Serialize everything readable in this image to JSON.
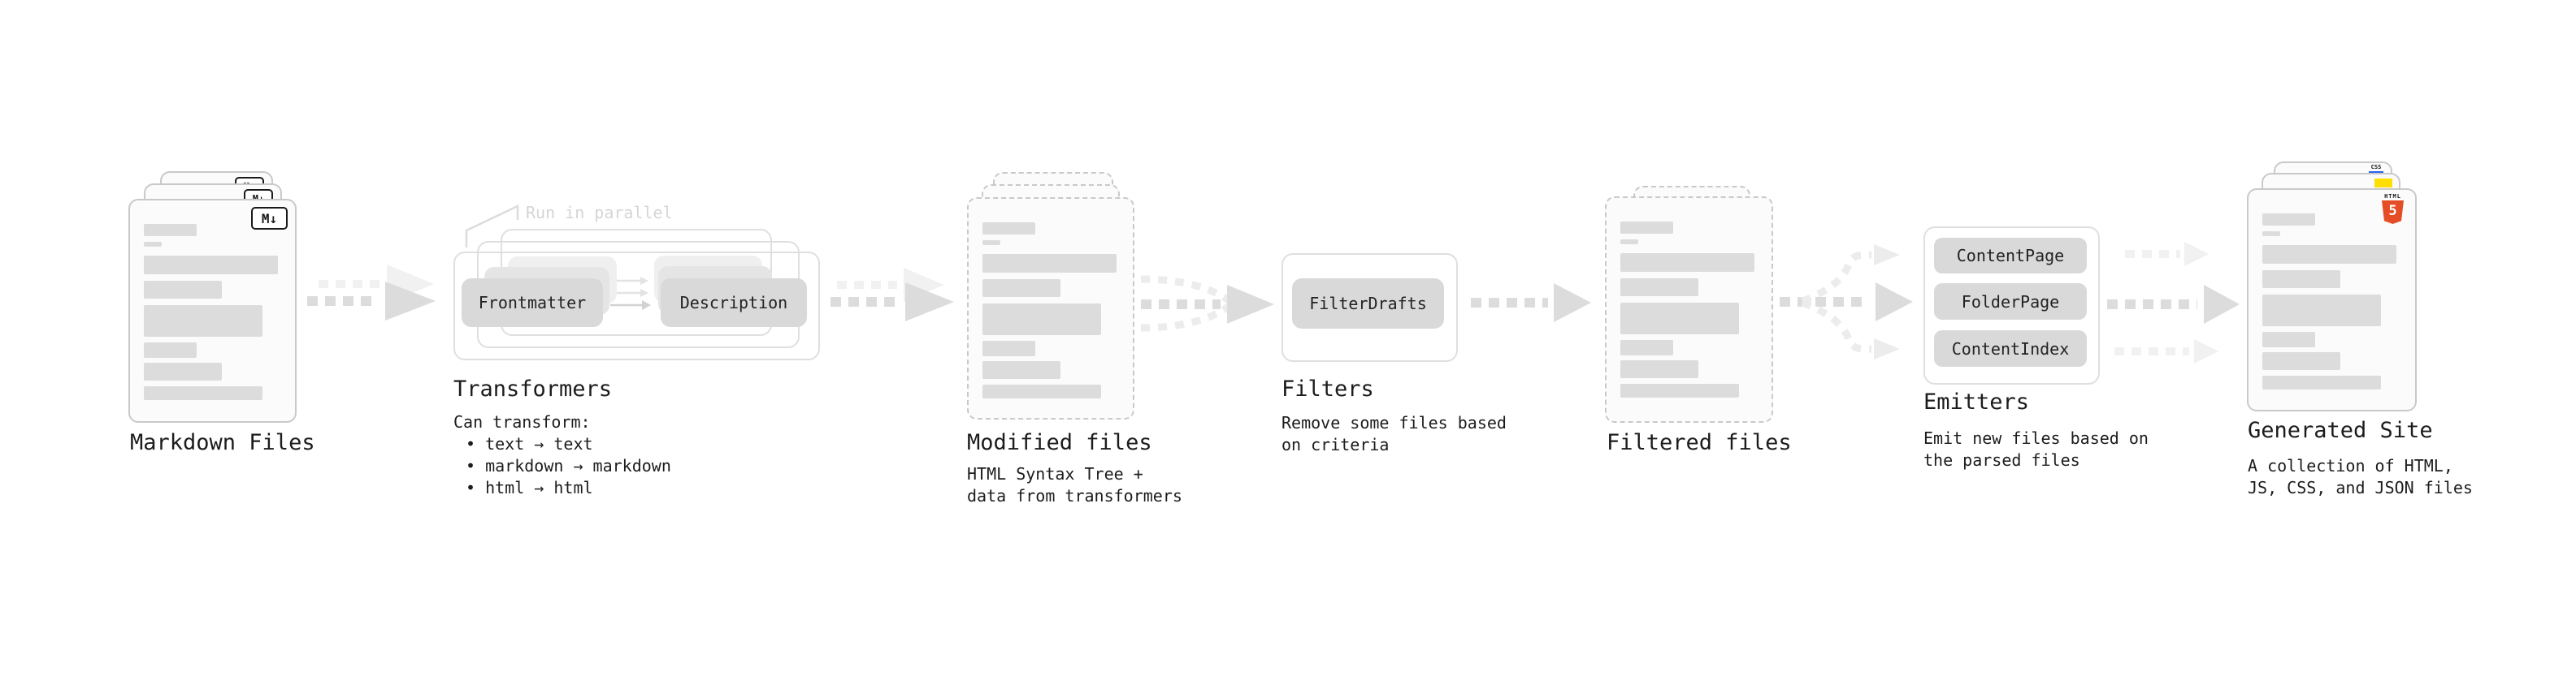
{
  "diagram": {
    "markdown_files": {
      "title": "Markdown Files",
      "badge": "M↓"
    },
    "transformers": {
      "title": "Transformers",
      "annotation": "Run in parallel",
      "pill_left": "Frontmatter",
      "pill_right": "Description",
      "notes": [
        "Can transform:",
        "• text → text",
        "• markdown → markdown",
        "• html → html"
      ]
    },
    "modified_files": {
      "title": "Modified files",
      "subtitle_lines": [
        "HTML Syntax Tree +",
        "data from transformers"
      ]
    },
    "filters": {
      "title": "Filters",
      "pill": "FilterDrafts",
      "subtitle_lines": [
        "Remove some files based",
        "on criteria"
      ]
    },
    "filtered_files": {
      "title": "Filtered files"
    },
    "emitters": {
      "title": "Emitters",
      "pills": [
        "ContentPage",
        "FolderPage",
        "ContentIndex"
      ],
      "subtitle_lines": [
        "Emit new files based on",
        "the parsed files"
      ]
    },
    "generated_site": {
      "title": "Generated Site",
      "subtitle_lines": [
        "A collection of HTML,",
        "JS, CSS, and JSON files"
      ],
      "badges": {
        "html_label": "HTML",
        "html_number": "5",
        "css_label": "CSS"
      }
    }
  },
  "colors": {
    "background": "#ffffff",
    "text": "#1c1c1c",
    "muted_annotation": "#d5d5d5",
    "outline": "#dfdfdf",
    "doc_border": "#c9c9c9",
    "doc_bg": "#fbfbfb",
    "skeleton": "#dcdcdc",
    "pill_front": "#d9d9d9",
    "pill_mid": "#e5e5e5",
    "pill_back": "#efefef",
    "arrow_dark": "#dcdcdc",
    "arrow_light": "#f1f1f1",
    "arrow_curve": "#ececec",
    "mini_arrow": "#e3e3e3",
    "mini_arrow_dark": "#d2d2d2",
    "badge_border": "#1a1a1a",
    "html5_orange": "#e44d26",
    "js_yellow": "#ffdf00",
    "css_blue": "#2965f1"
  }
}
